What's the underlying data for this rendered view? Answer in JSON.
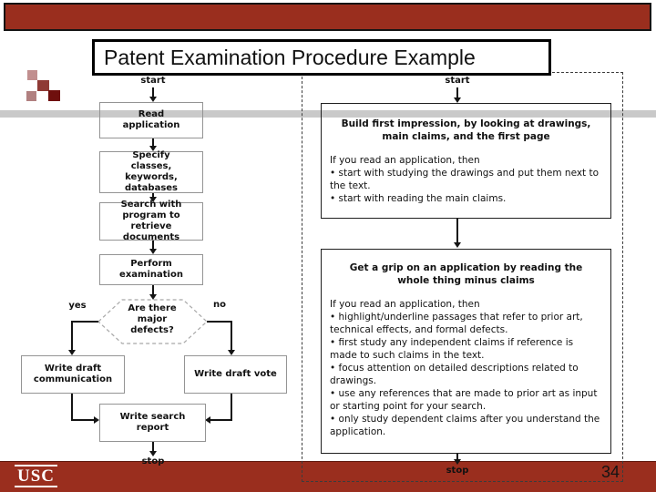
{
  "slide": {
    "title": "Patent Examination Procedure Example",
    "page_number": "34",
    "footer_logo": "USC"
  },
  "colors": {
    "maroon": "#9A2E1E",
    "band_gray": "#C9C9C9",
    "logo_square_light": "#C18F8F",
    "logo_square_mid": "#8F3A35",
    "logo_square_rose": "#B18080",
    "logo_square_dark": "#6F0F0D"
  },
  "left_chart": {
    "start": "start",
    "stop": "stop",
    "yes": "yes",
    "no": "no",
    "read": "Read application",
    "specify": "Specify classes, keywords, databases",
    "search": "Search with program to retrieve documents",
    "perform": "Perform examination",
    "decision": "Are there major defects?",
    "draft_communication": "Write draft communication",
    "draft_vote": "Write draft vote",
    "search_report": "Write search report"
  },
  "right_chart": {
    "start": "start",
    "stop": "stop",
    "box1": {
      "heading": "Build first impression, by looking at drawings, main claims, and the first page",
      "lines": [
        "If you read an application, then",
        "• start with studying the drawings and put them next to the text.",
        "• start with reading the main claims."
      ]
    },
    "box2": {
      "heading": "Get a grip on an application by reading the whole thing minus claims",
      "lines": [
        "If you read an application, then",
        "• highlight/underline passages that refer to prior art, technical effects, and formal defects.",
        "• first study any independent claims if reference is made to such claims in the text.",
        "• focus attention on detailed descriptions related to drawings.",
        "• use any references that are made to prior art as input or starting point for your search.",
        "• only study dependent claims after you understand the application."
      ]
    }
  }
}
